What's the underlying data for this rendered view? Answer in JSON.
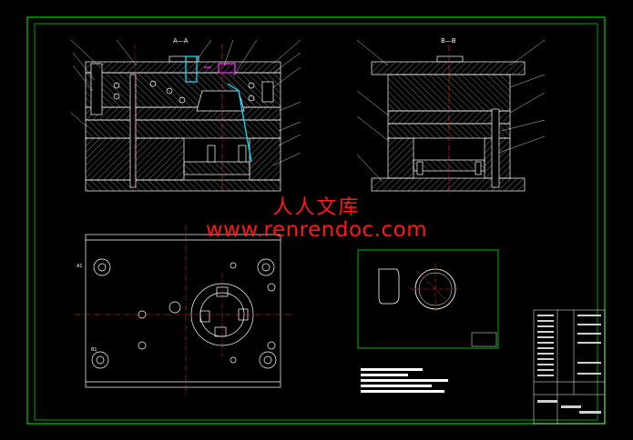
{
  "drawing": {
    "section_a_label": "A—A",
    "section_b_label": "B—B",
    "detail_ref_a": "A1",
    "detail_ref_b": "B1"
  },
  "watermark": {
    "chinese": "人人文库",
    "url": "www.renrendoc.com"
  },
  "colors": {
    "background": "#000000",
    "border": "#00cc00",
    "lines": "#ffffff",
    "centerline": "#ff3030",
    "accent_cyan": "#00e5ff",
    "accent_magenta": "#ff33ff",
    "watermark": "#ff1a1a"
  }
}
